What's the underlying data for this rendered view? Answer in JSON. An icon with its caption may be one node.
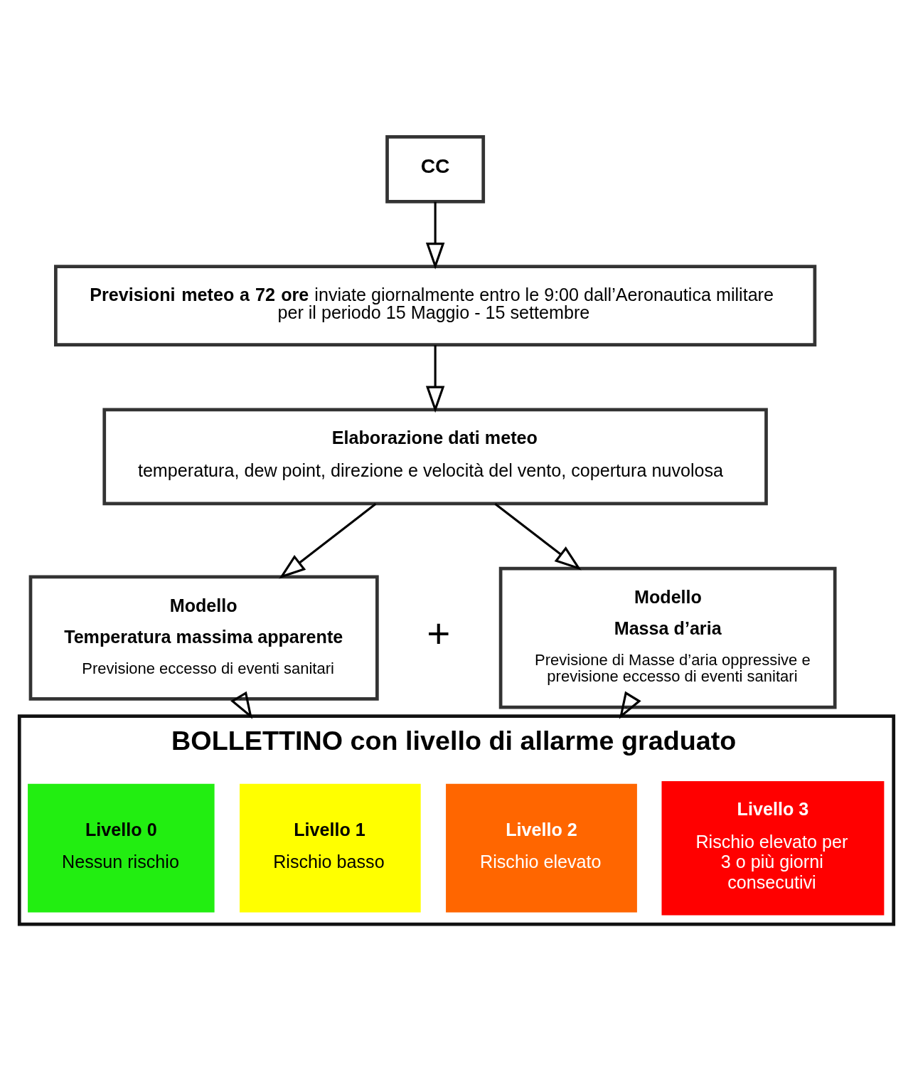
{
  "diagram": {
    "nodes": [
      {
        "text": [
          "CC"
        ]
      },
      {
        "text": [
          "**Previsioni meteo a 72 ore** inviate giornalmente entro le 9:00 dall’Aeronautica militare per il periodo 15 Maggio - 15 settembre"
        ]
      },
      {
        "text": [
          "Elaborazione dati meteo",
          "temperatura, dew point, direzione e velocità del vento, copertura nuvolosa"
        ]
      },
      {
        "text": [
          "Modello",
          "Temperatura massima apparente",
          "Previsione eccesso di eventi sanitari"
        ]
      },
      {
        "text": [
          "Modello",
          "Massa d’aria",
          "Previsione di Masse d’aria oppressive e previsione eccesso di eventi sanitari"
        ]
      },
      {
        "text": [
          "BOLLETTINO con livello di allarme graduato"
        ]
      },
      {
        "text": [
          "Livello 0",
          "Nessun rischio"
        ],
        "in": 5
      },
      {
        "text": [
          "Livello 1",
          "Rischio basso"
        ],
        "in": 5
      },
      {
        "text": [
          "Livello 2",
          "Rischio elevato"
        ],
        "in": 5
      },
      {
        "text": [
          "Livello 3",
          "Rischio elevato per 3 o più giorni consecutivi"
        ],
        "in": 5
      }
    ],
    "edges": [
      {
        "from": 0,
        "to": 1,
        "arrow": "to"
      },
      {
        "from": 1,
        "to": 2,
        "arrow": "to"
      },
      {
        "from": 2,
        "to": 3,
        "arrow": "to"
      },
      {
        "from": 2,
        "to": 4,
        "arrow": "to"
      },
      {
        "from": 3,
        "to": 5,
        "arrow": "to"
      },
      {
        "from": 4,
        "to": 5,
        "arrow": "to"
      }
    ],
    "labels": [
      "+"
    ]
  }
}
